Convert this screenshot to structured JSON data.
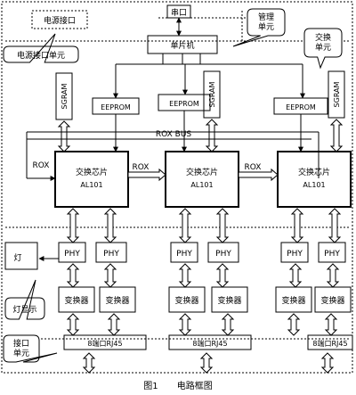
{
  "labels": {
    "power_interface": "电源接口",
    "power_interface_unit": "电源接口单元",
    "serial_port": "串口",
    "mgmt_unit": "管理\n单元",
    "mcu": "单片机",
    "switch_unit": "交换\n单元",
    "sgram": "SGRAM",
    "eeprom": "EEPROM",
    "rox_bus": "ROX BUS",
    "rox": "ROX",
    "switch_chip_line1": "交换芯片",
    "switch_chip_line2": "AL101",
    "phy": "PHY",
    "transformer": "变换器",
    "rj45": "8端口RJ45",
    "lamp": "灯",
    "lamp_display": "灯显示",
    "port_unit": "接口\n单元"
  },
  "caption": {
    "figure_no": "图1",
    "title": "电路框图"
  }
}
